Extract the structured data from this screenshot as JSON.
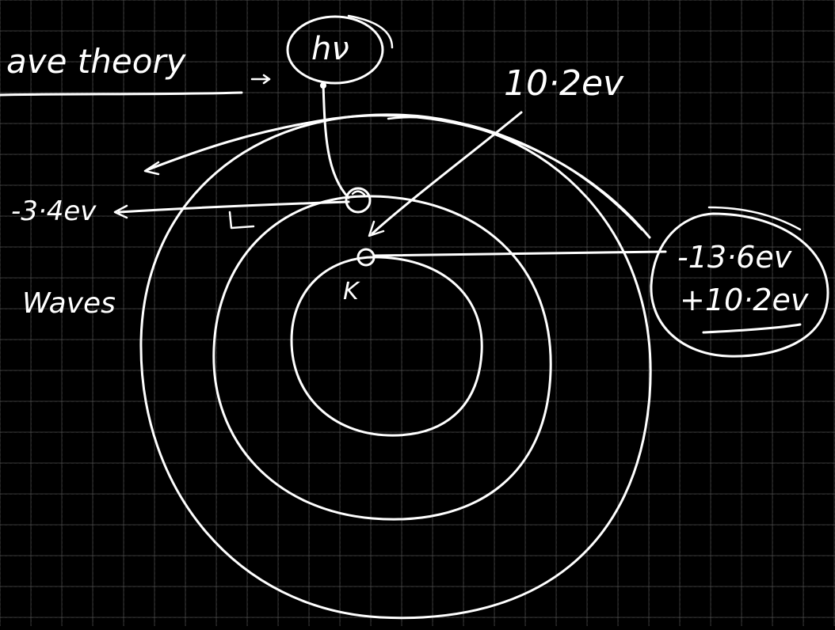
{
  "colors": {
    "background": "#000000",
    "grid": "#5a5a5a",
    "ink": "#ffffff"
  },
  "header": {
    "wave_theory": "ave theory",
    "photon": "hν"
  },
  "labels": {
    "transition_energy": "10·2ev",
    "l_shell_energy": "-3·4ev",
    "l_shell": "L",
    "k_shell": "K",
    "waves": "Waves",
    "k_shell_energy": "-13·6ev",
    "absorbed_energy": "+10·2ev"
  }
}
